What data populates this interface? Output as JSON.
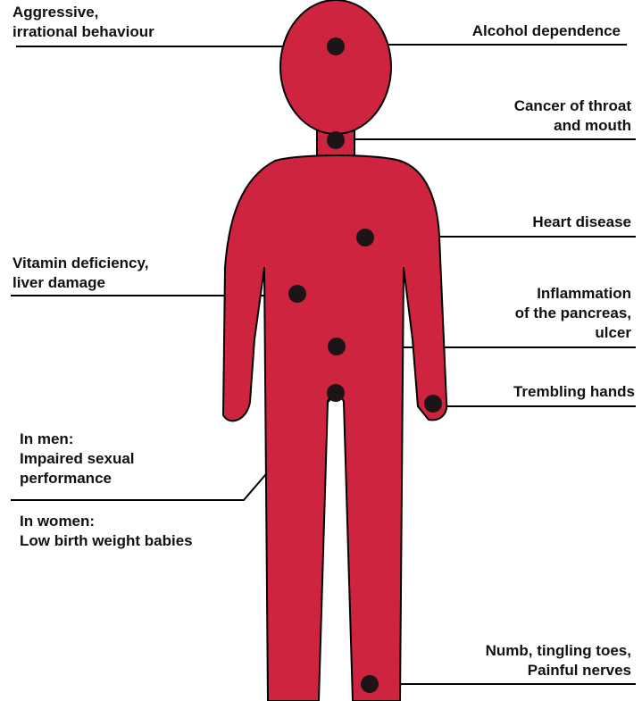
{
  "colors": {
    "body_fill": "#cf2440",
    "outline": "#000000",
    "marker": "#1c1416",
    "text": "#111111"
  },
  "labels": {
    "aggressive": [
      "Aggressive,",
      "irrational behaviour"
    ],
    "alcohol": [
      "Alcohol dependence"
    ],
    "cancer": [
      "Cancer of throat",
      "and mouth"
    ],
    "heart": [
      "Heart disease"
    ],
    "vitamin": [
      "Vitamin deficiency,",
      "liver damage"
    ],
    "pancreas": [
      "Inflammation",
      "of the pancreas,",
      "ulcer"
    ],
    "trembling": [
      "Trembling hands"
    ],
    "men": [
      "In men:",
      "Impaired sexual",
      "performance"
    ],
    "women": [
      "In women:",
      "Low birth weight babies"
    ],
    "toes": [
      "Numb, tingling toes,",
      "Painful nerves"
    ]
  }
}
